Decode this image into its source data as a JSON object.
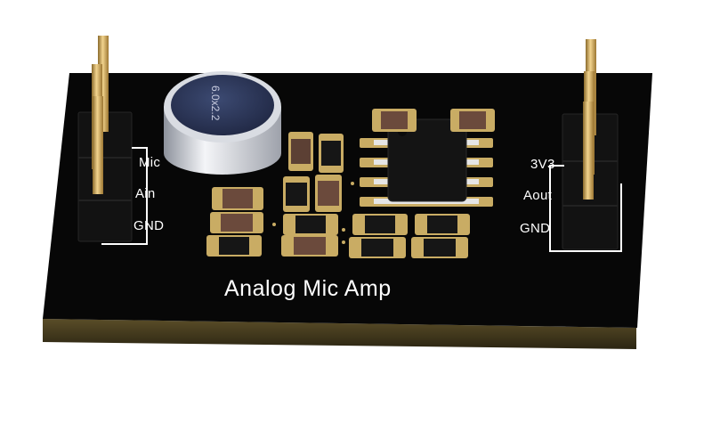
{
  "board": {
    "title": "Analog Mic Amp",
    "left_header_labels": [
      "Mic",
      "Ain",
      "GND"
    ],
    "right_header_labels": [
      "3V3",
      "Aout",
      "GND"
    ],
    "microphone_marking": "6.0x2.2"
  },
  "colors": {
    "pcb": "#070707",
    "pcb_edge": "#3f371e",
    "gold": "#d4ad62",
    "pad": "#c9ac64",
    "silkscreen": "#ffffff",
    "mic_top": "#2f3a5c",
    "mic_side": "#c4c8d0"
  }
}
